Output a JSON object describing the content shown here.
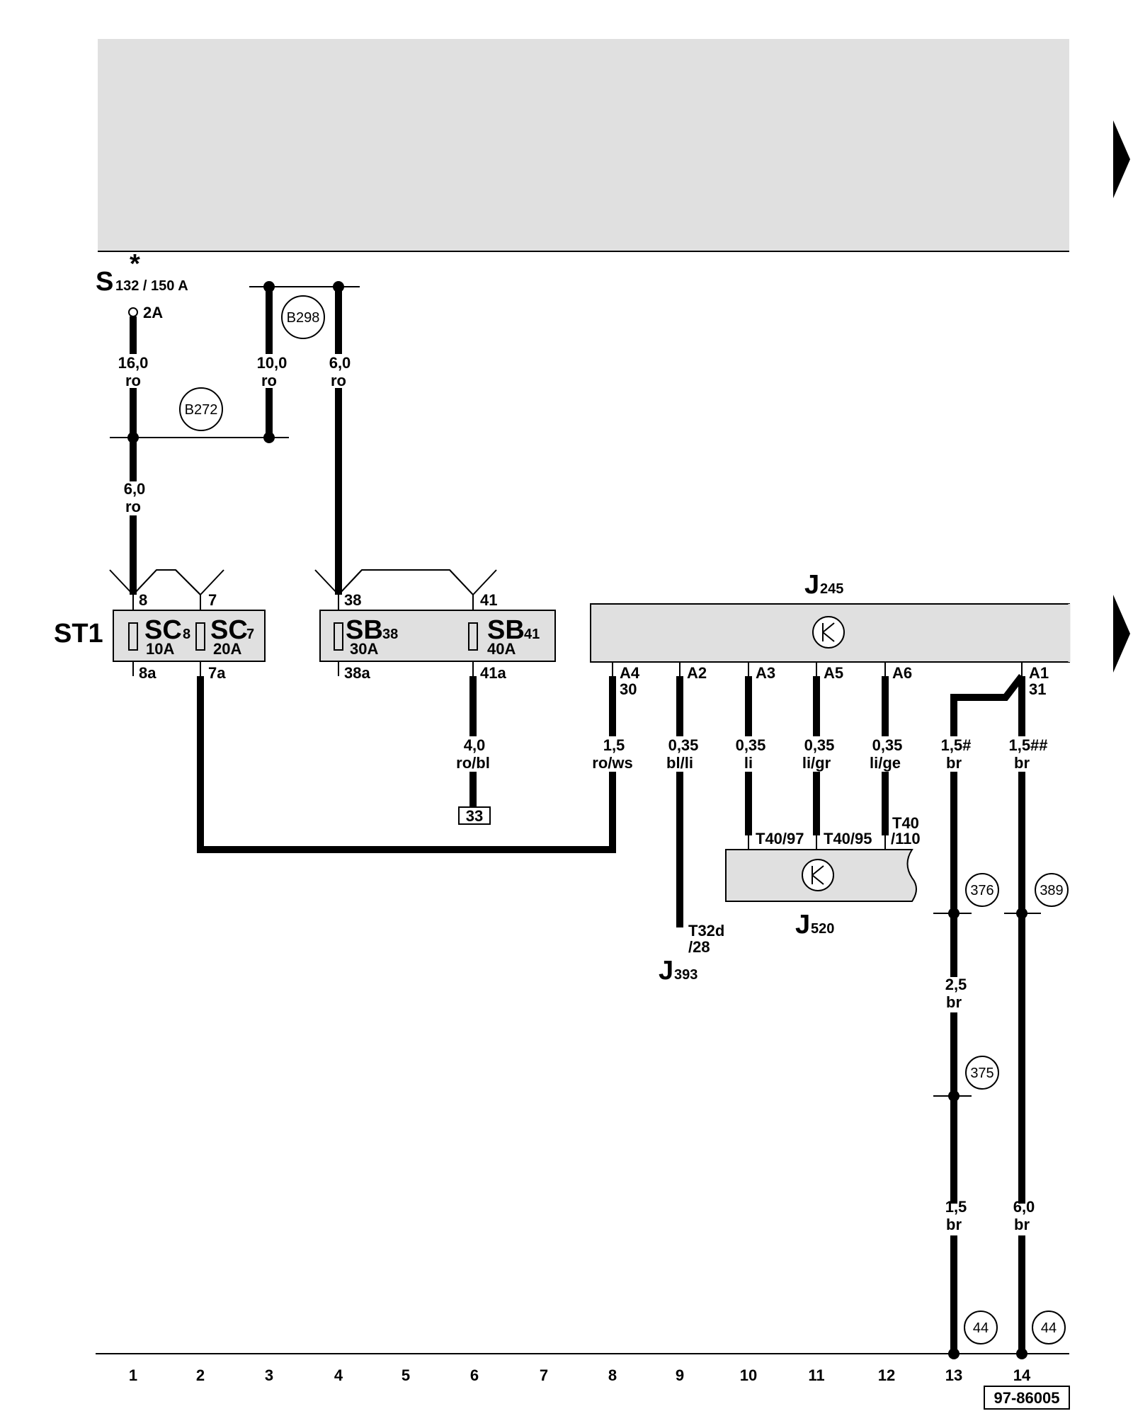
{
  "diagram_code": "97-86005",
  "supply": {
    "name": "S",
    "sub": "132 / 150 A",
    "asterisk": "*",
    "terminal": "2A"
  },
  "connectors": [
    "B298",
    "B272",
    "376",
    "389",
    "375",
    "44",
    "44"
  ],
  "wire_labels": [
    {
      "size": "16,0",
      "color": "ro"
    },
    {
      "size": "10,0",
      "color": "ro"
    },
    {
      "size": "6,0",
      "color": "ro"
    },
    {
      "size": "6,0",
      "color": "ro"
    },
    {
      "size": "4,0",
      "color": "ro/bl"
    },
    {
      "size": "1,5",
      "color": "ro/ws"
    },
    {
      "size": "0,35",
      "color": "bl/li"
    },
    {
      "size": "0,35",
      "color": "li"
    },
    {
      "size": "0,35",
      "color": "li/gr"
    },
    {
      "size": "0,35",
      "color": "li/ge"
    },
    {
      "size": "1,5#",
      "color": "br"
    },
    {
      "size": "1,5##",
      "color": "br"
    },
    {
      "size": "2,5",
      "color": "br"
    },
    {
      "size": "1,5",
      "color": "br"
    },
    {
      "size": "6,0",
      "color": "br"
    }
  ],
  "fuse_panel": {
    "label": "ST1",
    "fuses": [
      {
        "name": "SC",
        "num": "8",
        "rating": "10A",
        "in": "8",
        "out": "8a"
      },
      {
        "name": "SC",
        "num": "7",
        "rating": "20A",
        "in": "7",
        "out": "7a"
      },
      {
        "name": "SB",
        "num": "38",
        "rating": "30A",
        "in": "38",
        "out": "38a"
      },
      {
        "name": "SB",
        "num": "41",
        "rating": "40A",
        "in": "41",
        "out": "41a"
      }
    ]
  },
  "terminal_33": "33",
  "j245": {
    "name": "J",
    "sub": "245",
    "pins": [
      "A4",
      "A2",
      "A3",
      "A5",
      "A6",
      "A1"
    ],
    "pin_extra": {
      "a4": "30",
      "a1": "31"
    }
  },
  "j520": {
    "name": "J",
    "sub": "520",
    "pins": [
      "T40/97",
      "T40/95",
      "T40",
      "/110"
    ]
  },
  "j393": {
    "name": "J",
    "sub": "393",
    "pin_line1": "T32d",
    "pin_line2": "/28"
  },
  "grid_numbers": [
    "1",
    "2",
    "3",
    "4",
    "5",
    "6",
    "7",
    "8",
    "9",
    "10",
    "11",
    "12",
    "13",
    "14"
  ],
  "icons": [
    "control-unit-icon",
    "continuation-arrow-icon"
  ]
}
